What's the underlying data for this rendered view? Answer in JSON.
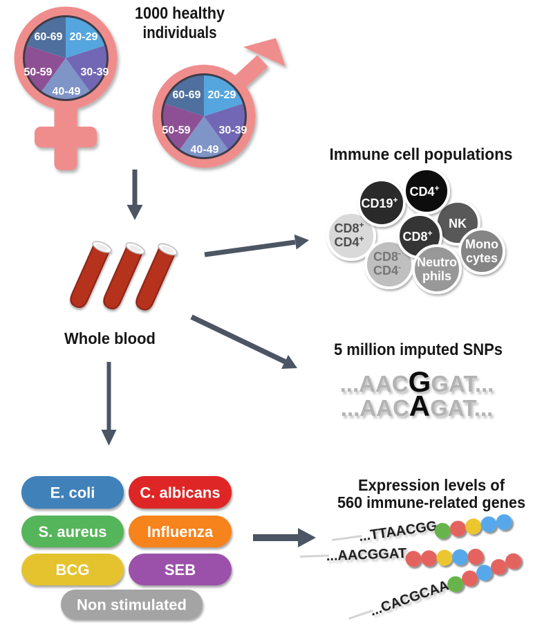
{
  "figure": {
    "population_label_line1": "1000 healthy",
    "population_label_line2": "individuals",
    "whole_blood_label": "Whole blood",
    "colors": {
      "symbol_pink": "#ef8d8d",
      "arrow_gray": "#4b5563",
      "blood_red": "#b5301f",
      "blood_red_dark": "#8c2014"
    },
    "age_groups": [
      {
        "label": "20-29",
        "color": "#55a5df"
      },
      {
        "label": "30-39",
        "color": "#7267b4"
      },
      {
        "label": "40-49",
        "color": "#7f94c7"
      },
      {
        "label": "50-59",
        "color": "#8e5095"
      },
      {
        "label": "60-69",
        "color": "#4f709e"
      }
    ],
    "immune_cells": {
      "title": "Immune cell populations",
      "cells": [
        {
          "line1": "CD8",
          "sup1": "+",
          "line2": "CD4",
          "sup2": "+",
          "fill": "#d9d9d9",
          "text_color": "#4d4d4d"
        },
        {
          "line1": "NK",
          "fill": "#595959",
          "text_color": "#ffffff"
        },
        {
          "line1": "CD19",
          "sup1": "+",
          "fill": "#2b2b2b",
          "text_color": "#ffffff"
        },
        {
          "line1": "CD4",
          "sup1": "+",
          "fill": "#0b0b0b",
          "text_color": "#ffffff"
        },
        {
          "line1": "Mono",
          "line2": "cytes",
          "fill": "#858585",
          "text_color": "#ffffff"
        },
        {
          "line1": "CD8",
          "sup1": "-",
          "line2": "CD4",
          "sup2": "-",
          "fill": "#bfbfbf",
          "text_color": "#757575"
        },
        {
          "line1": "CD8",
          "sup1": "+",
          "fill": "#353535",
          "text_color": "#ffffff"
        },
        {
          "line1": "Neutro",
          "line2": "phils",
          "fill": "#989898",
          "text_color": "#ffffff"
        }
      ]
    },
    "snps": {
      "title": "5 million imputed SNPs",
      "rows": [
        {
          "prefix": "...AAC",
          "variant": "G",
          "suffix": "GAT..."
        },
        {
          "prefix": "...AAC",
          "variant": "A",
          "suffix": "GAT..."
        }
      ]
    },
    "stimuli": [
      {
        "label": "E. coli",
        "color": "#4081b9"
      },
      {
        "label": "C. albicans",
        "color": "#de2626"
      },
      {
        "label": "S. aureus",
        "color": "#54b55a"
      },
      {
        "label": "Influenza",
        "color": "#f6831f"
      },
      {
        "label": "BCG",
        "color": "#e4c32e"
      },
      {
        "label": "SEB",
        "color": "#9b51a9"
      },
      {
        "label": "Non stimulated",
        "color": "#a4a4a4"
      }
    ],
    "expression": {
      "title_line1": "Expression levels of",
      "title_line2": "560 immune-related genes",
      "strands": [
        {
          "sequence": "...TTAACGG",
          "dot_colors": [
            "#66b44c",
            "#e4635f",
            "#ecc62f",
            "#57a8ea",
            "#57a8ea"
          ]
        },
        {
          "sequence": "...AACGGAT",
          "dot_colors": [
            "#e4635f",
            "#e4635f",
            "#ecc62f",
            "#57a8ea",
            "#e4635f"
          ]
        },
        {
          "sequence": "...CACGCAA",
          "dot_colors": [
            "#66b44c",
            "#e4635f",
            "#57a8ea",
            "#e4635f",
            "#e4635f"
          ]
        }
      ]
    }
  }
}
